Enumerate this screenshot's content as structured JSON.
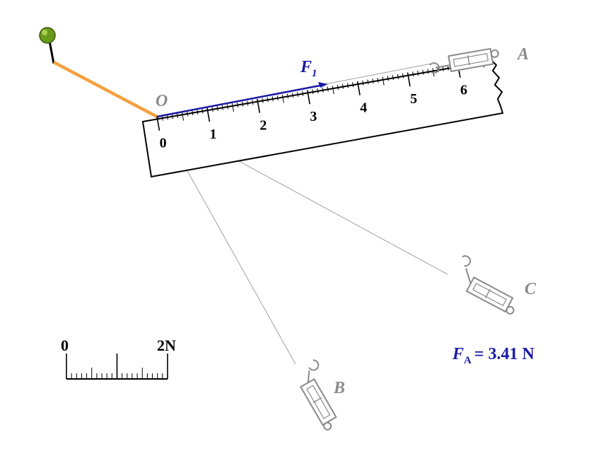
{
  "point_label": "O",
  "force_label": {
    "main": "F",
    "sub": "1"
  },
  "ruler_ticks": [
    "0",
    "1",
    "2",
    "3",
    "4",
    "5",
    "6"
  ],
  "spring_scales": [
    {
      "label": "A"
    },
    {
      "label": "B"
    },
    {
      "label": "C"
    }
  ],
  "scale_bar": {
    "start": "0",
    "end": "2N"
  },
  "reading": {
    "main": "F",
    "sub": "A",
    "value": "= 3.41 N"
  },
  "colors": {
    "rope": "#f4a040",
    "force_arrow": "#1a1aa6",
    "scale_gray": "#8a8a8a",
    "pin": "#6a9a1a",
    "string": "#a0a0a0"
  }
}
